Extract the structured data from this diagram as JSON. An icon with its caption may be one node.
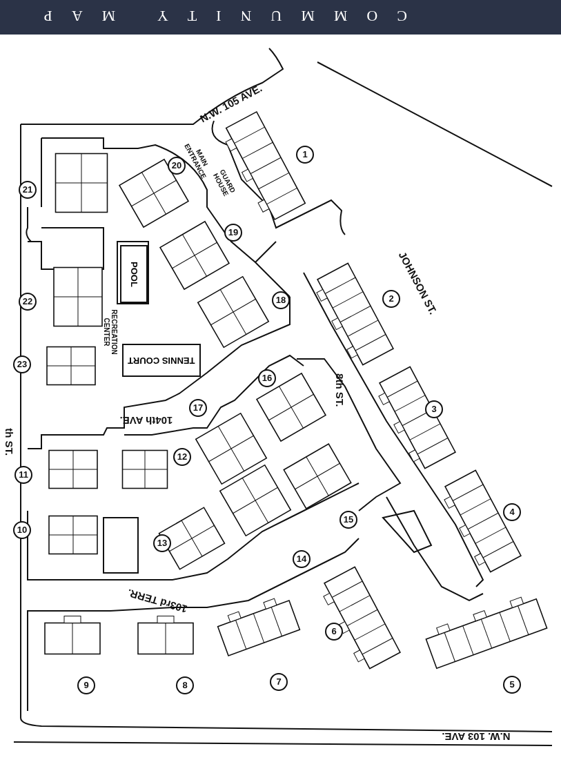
{
  "diagram": {
    "title": "COMMUNITY MAP",
    "nodes": [
      {
        "text": [
          "POOL"
        ]
      },
      {
        "text": [
          "TENNIS COURT"
        ]
      }
    ],
    "edges": [],
    "labels": [
      "N.W. 105 AVE.",
      "MAIN ENTRANCE",
      "GUARD HOUSE",
      "1",
      "20",
      "21",
      "19",
      "JOHNSON ST.",
      "22",
      "18",
      "2",
      "RECREATION CENTER",
      "23",
      "16",
      "8th ST.",
      "3",
      "17",
      "104th AVE.",
      "th ST.",
      "11",
      "12",
      "4",
      "15",
      "10",
      "13",
      "14",
      "103rd TERR.",
      "6",
      "7",
      "5",
      "9",
      "8",
      "N.W. 103 AVE."
    ]
  }
}
